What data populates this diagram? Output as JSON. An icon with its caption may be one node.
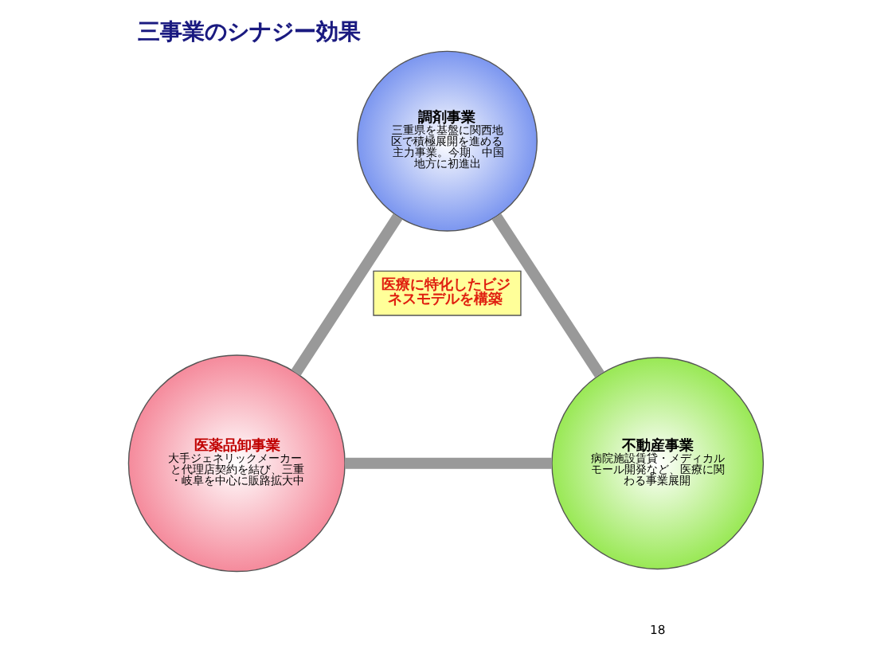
{
  "diagram": {
    "title": "三事業のシナジー効果",
    "nodes": [
      {
        "text": [
          "調剤事業",
          "三重県を基盤に関西地区で積極展開を進める主力事業。今期、中国地方に初進出"
        ]
      },
      {
        "text": [
          "医療に特化したビジネスモデルを構築"
        ]
      },
      {
        "text": [
          "医薬品卸事業",
          "大手ジェネリックメーカーと代理店契約を結び、三重・岐阜を中心に販路拡大中"
        ]
      },
      {
        "text": [
          "不動産事業",
          "病院施設賃貸・メディカルモール開発など、医療に関わる事業展開"
        ]
      }
    ],
    "edges": [
      {
        "from": 0,
        "to": 2,
        "arrow": "none"
      },
      {
        "from": 0,
        "to": 3,
        "arrow": "none"
      },
      {
        "from": 2,
        "to": 3,
        "arrow": "none"
      }
    ],
    "labels": [
      "18"
    ]
  }
}
